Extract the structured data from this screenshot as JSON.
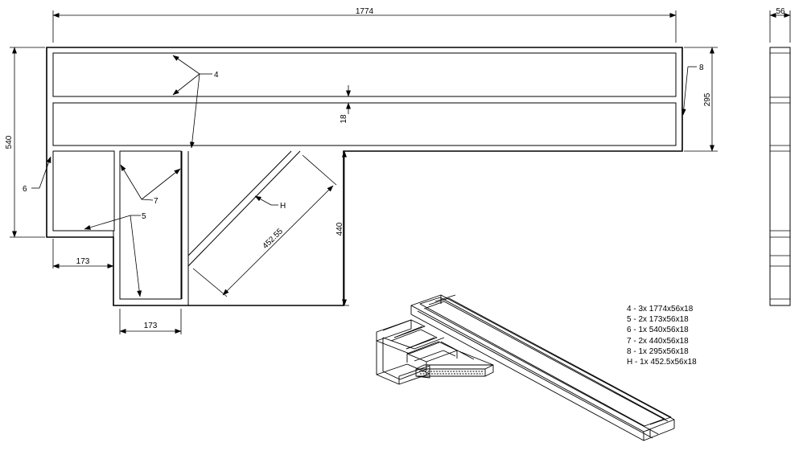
{
  "drawing": {
    "dimensions": {
      "overall_length": "1774",
      "overall_height": "540",
      "board_height": "18",
      "right_height": "295",
      "section_height": "440",
      "left_box_width": "173",
      "middle_box_width": "173",
      "diagonal_length": "452.55",
      "side_width": "56"
    },
    "callouts": {
      "four": "4",
      "five": "5",
      "six": "6",
      "seven": "7",
      "eight": "8",
      "h": "H"
    },
    "parts_list": [
      "4 - 3x 1774x56x18",
      "5 - 2x 173x56x18",
      "6 - 1x 540x56x18",
      "7 - 2x 440x56x18",
      "8 - 1x 295x56x18",
      "H - 1x 452.5x56x18"
    ]
  }
}
